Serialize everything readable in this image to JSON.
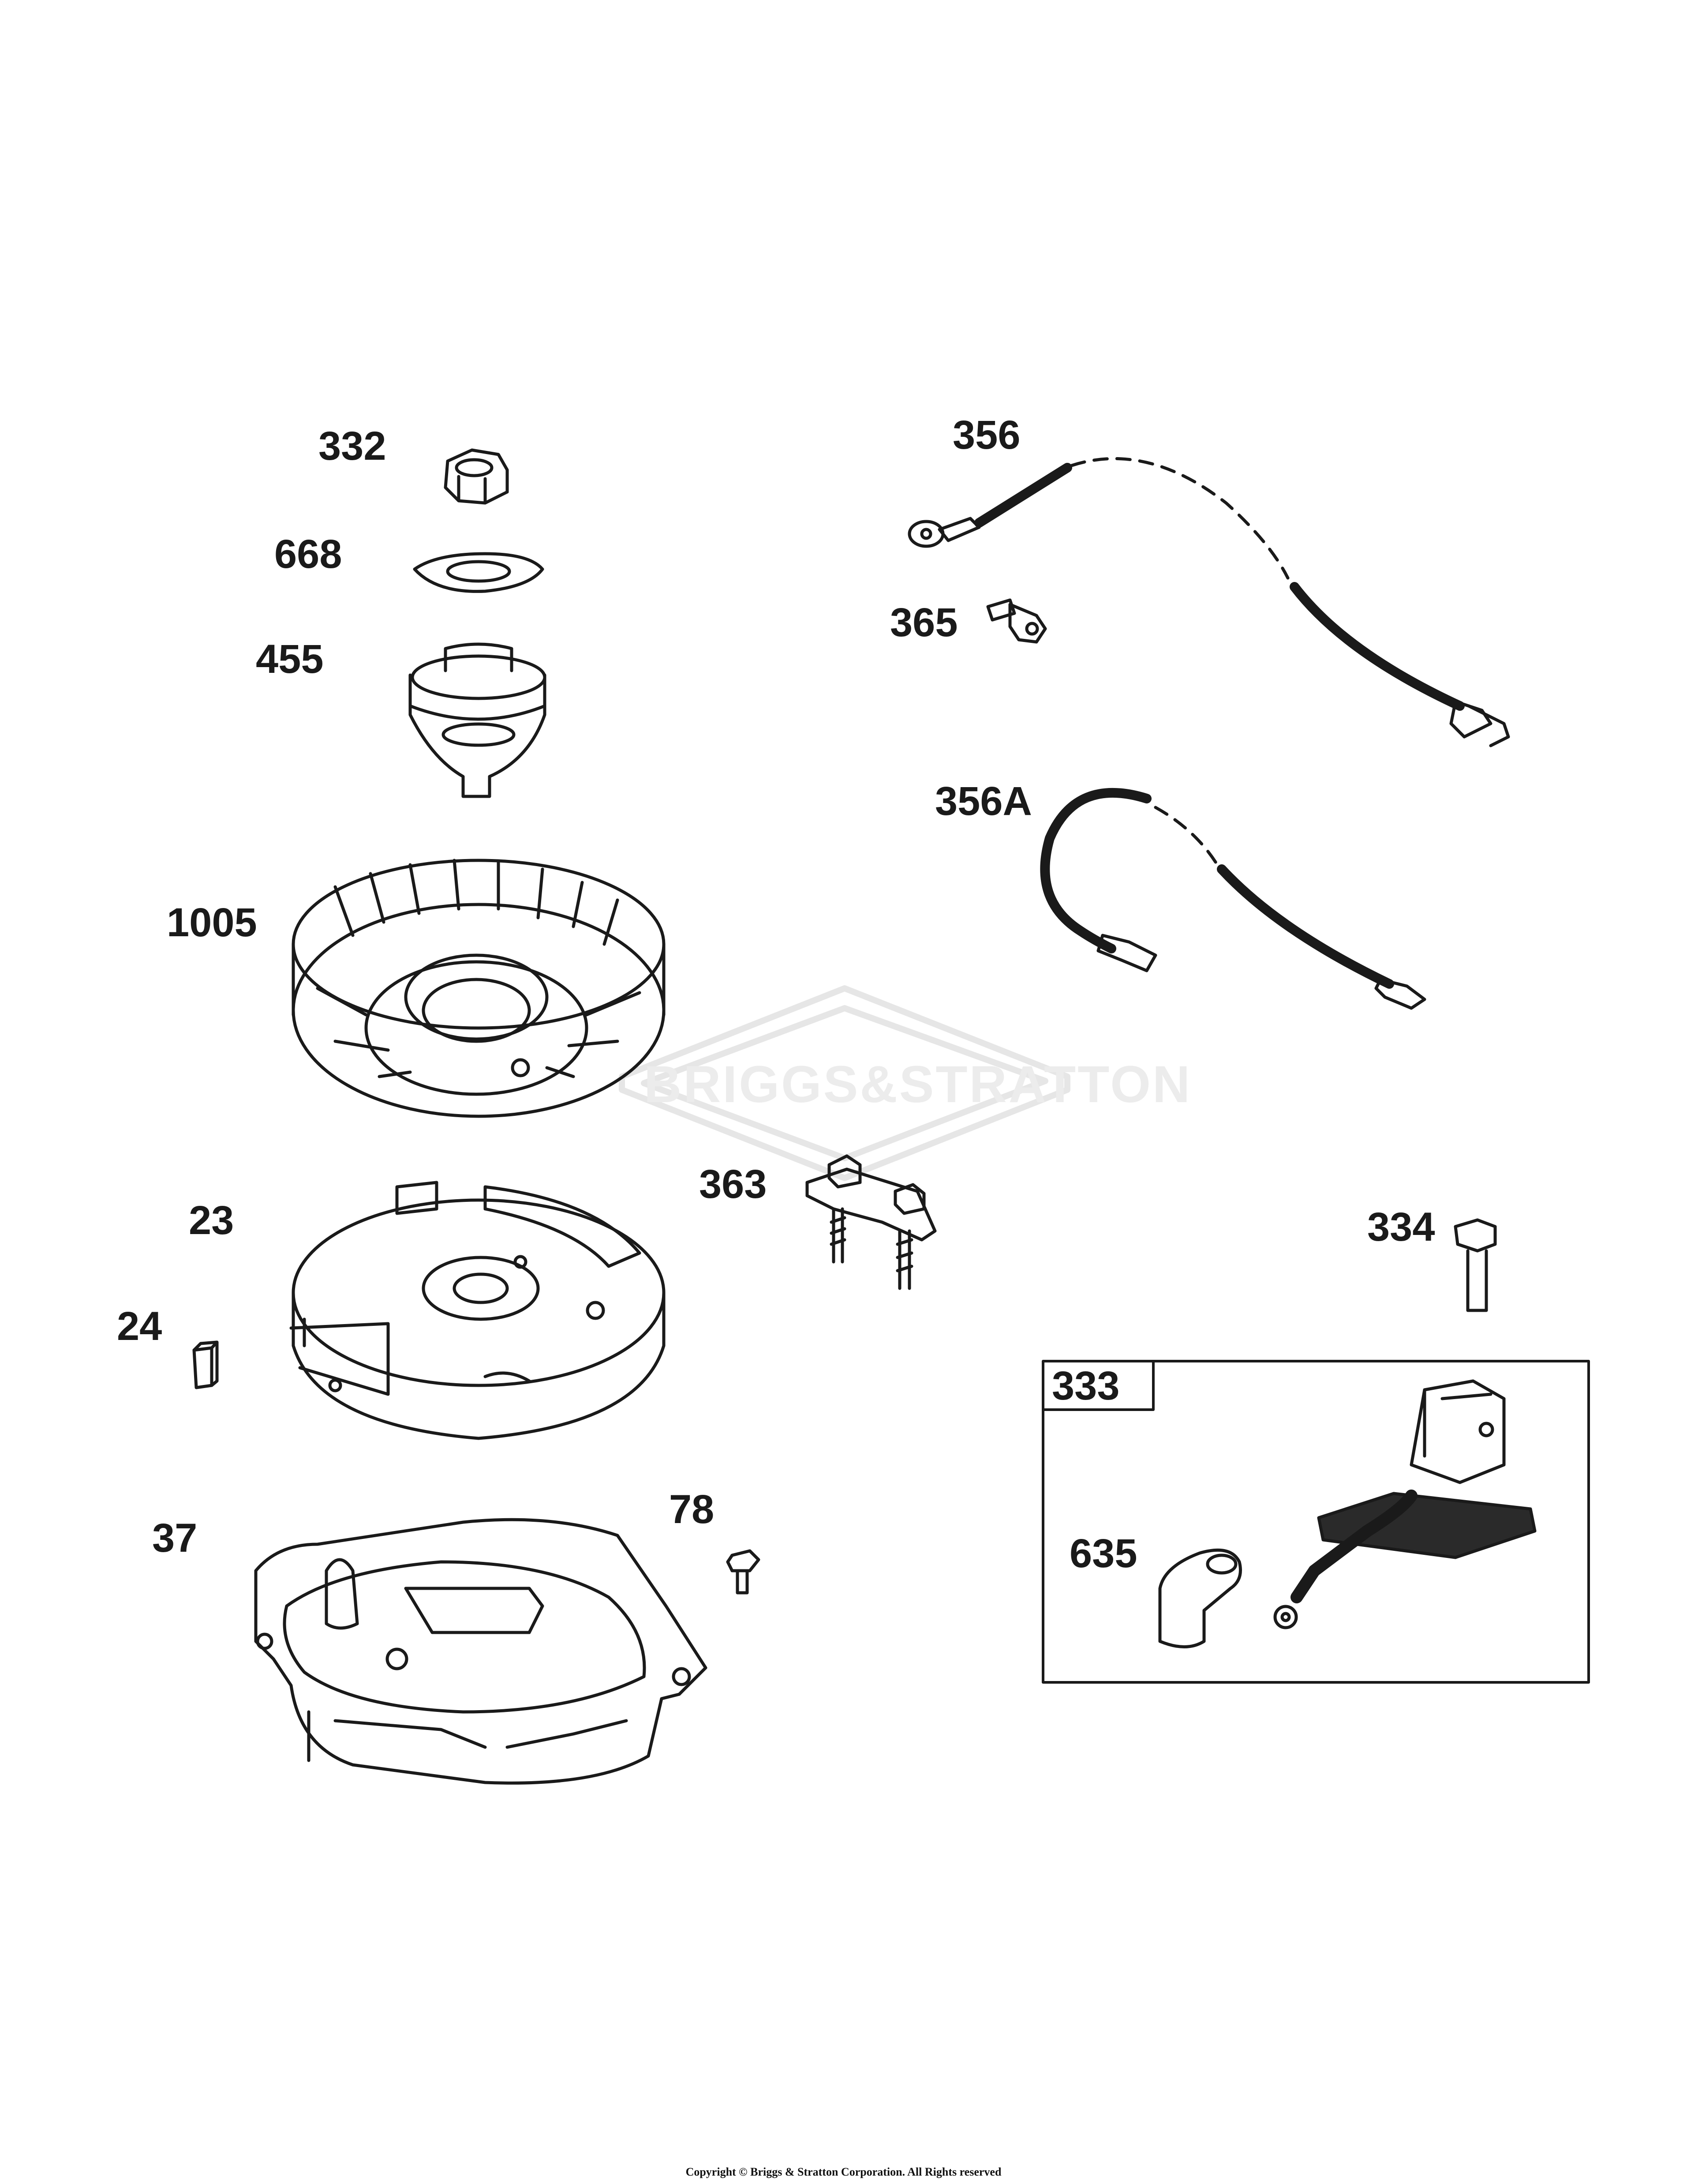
{
  "callouts": {
    "p332": "332",
    "p668": "668",
    "p455": "455",
    "p1005": "1005",
    "p23": "23",
    "p24": "24",
    "p37": "37",
    "p78": "78",
    "p363": "363",
    "p356": "356",
    "p365": "365",
    "p356A": "356A",
    "p334": "334",
    "p333": "333",
    "p635": "635"
  },
  "watermark": "BRIGGS&STRATTON",
  "copyright": "Copyright © Briggs & Stratton Corporation. All Rights reserved",
  "colors": {
    "line": "#1a1a1a",
    "watermark": "#ececec",
    "pad": "#2a2a2a"
  }
}
